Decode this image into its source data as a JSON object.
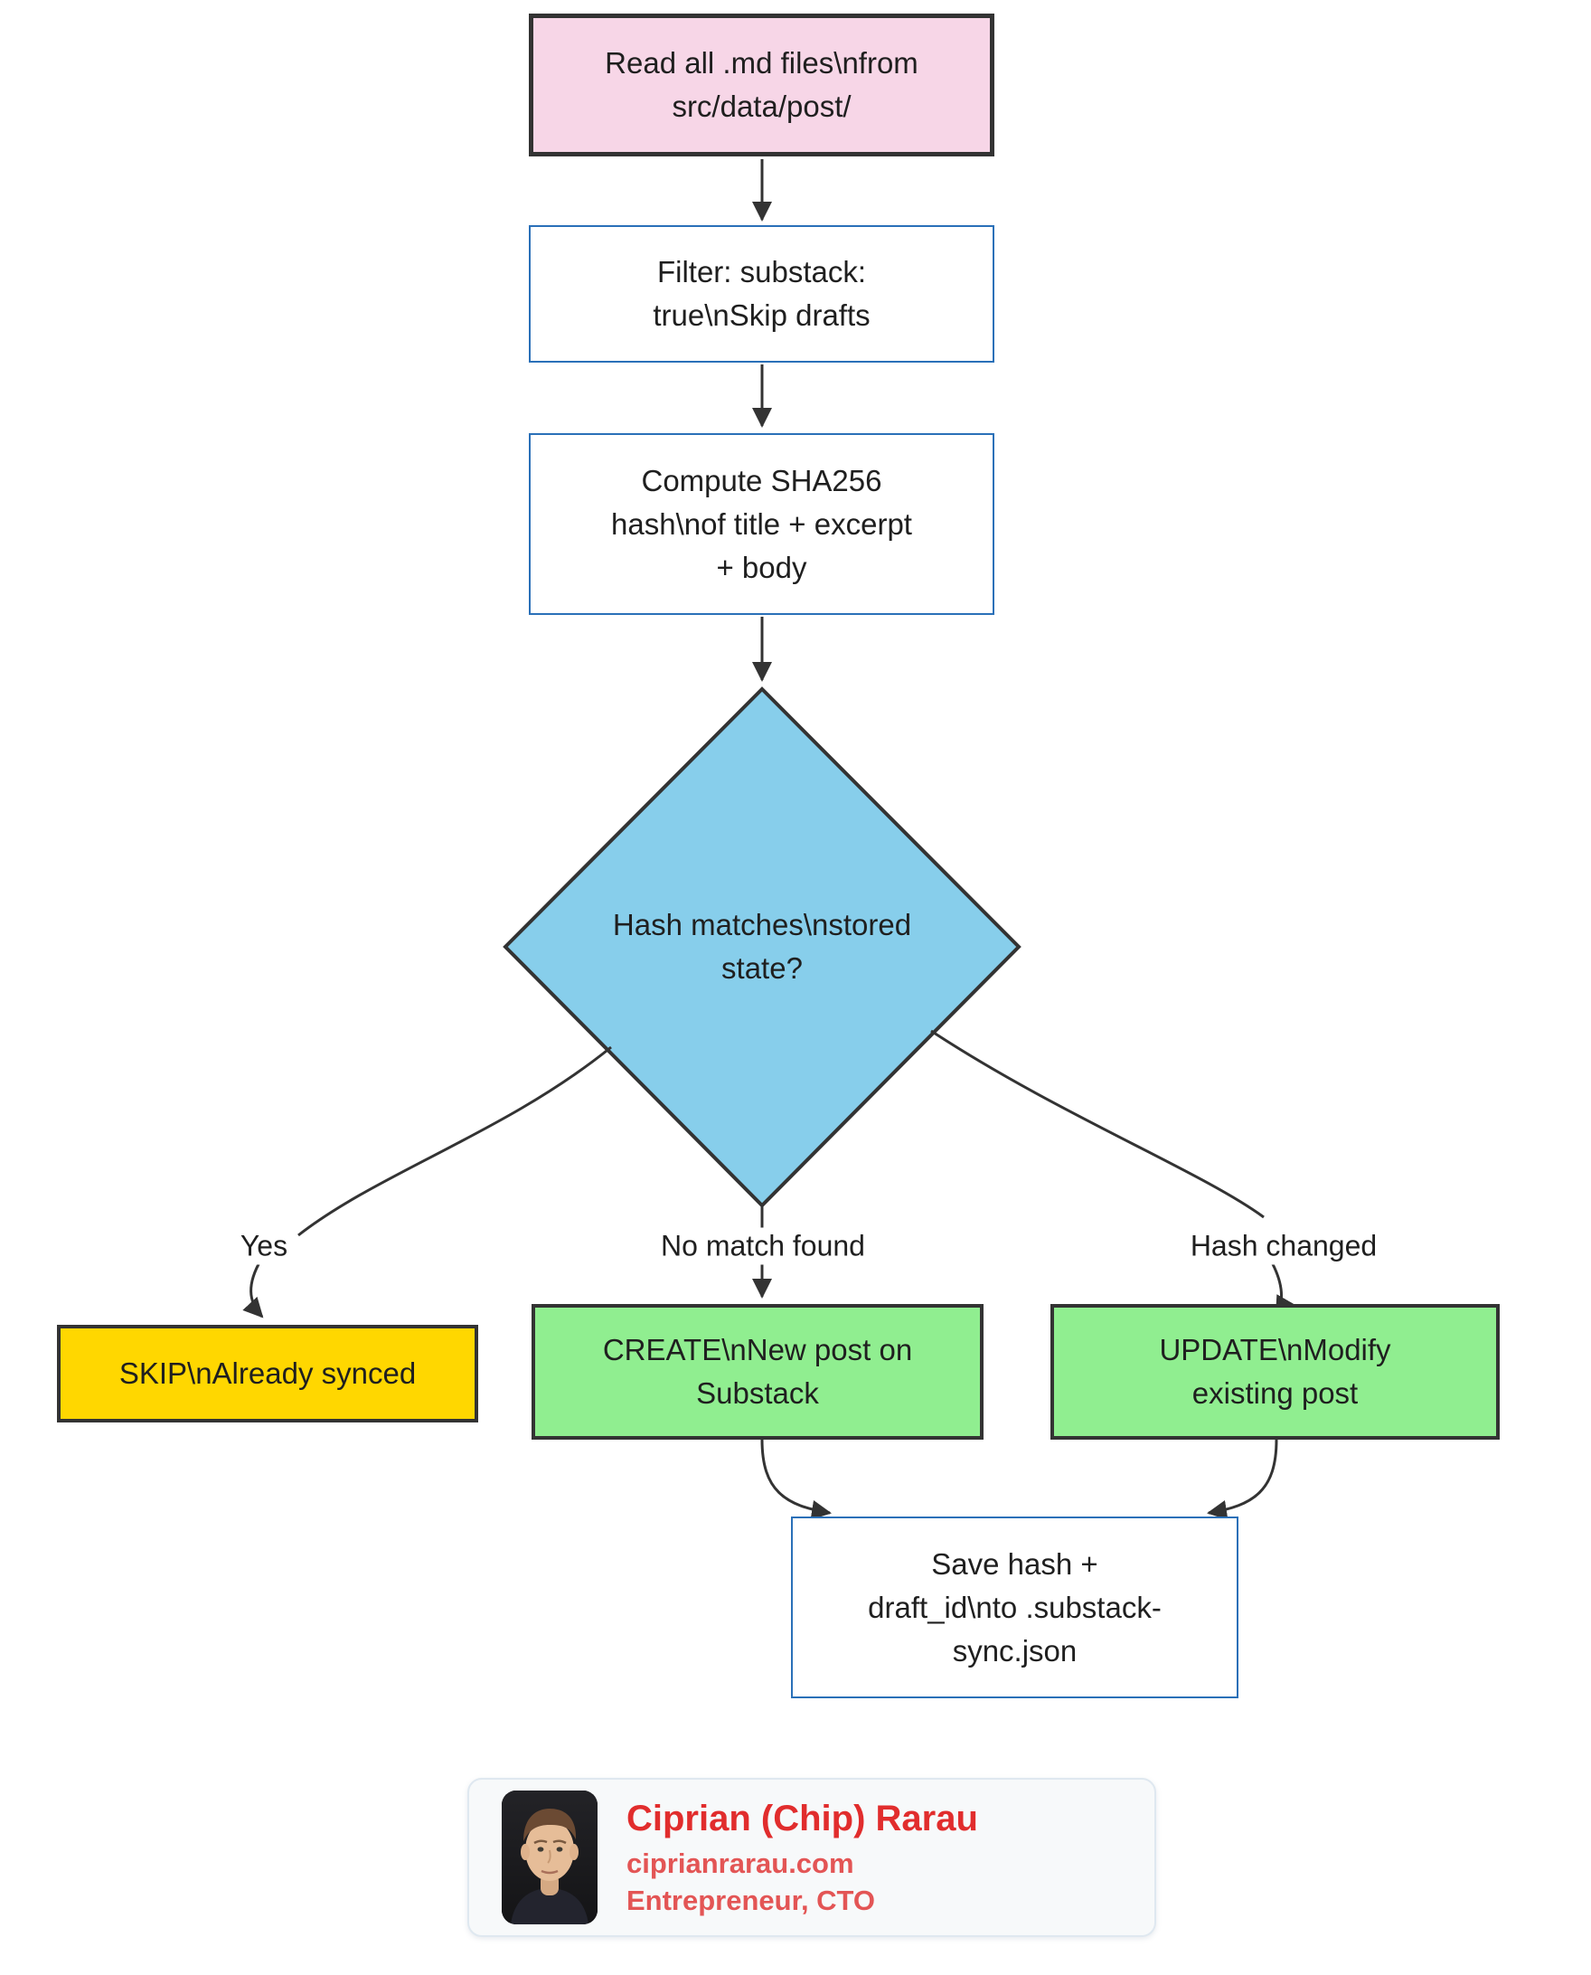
{
  "colors": {
    "pink_fill": "#f7d6e7",
    "blue_fill": "#87ceeb",
    "yellow_fill": "#ffd700",
    "green_fill": "#90ee90",
    "node_border_dark": "#333333",
    "node_border_blue": "#2a70b8",
    "edge_line": "#333333",
    "footer_card_bg": "#f7f9fa",
    "footer_card_border": "#dfe8f0",
    "footer_title_red": "#e12d2d",
    "footer_sub_red": "#e35555"
  },
  "nodes": {
    "read": {
      "lines": [
        "Read all .md files\\nfrom",
        "src/data/post/"
      ]
    },
    "filter": {
      "lines": [
        "Filter: substack:",
        "true\\nSkip drafts"
      ]
    },
    "compute": {
      "lines": [
        "Compute SHA256",
        "hash\\nof title + excerpt",
        "+ body"
      ]
    },
    "decision": {
      "lines": [
        "Hash matches\\nstored",
        "state?"
      ]
    },
    "skip": {
      "lines": [
        "SKIP\\nAlready synced"
      ]
    },
    "create": {
      "lines": [
        "CREATE\\nNew post on",
        "Substack"
      ]
    },
    "update": {
      "lines": [
        "UPDATE\\nModify",
        "existing post"
      ]
    },
    "save": {
      "lines": [
        "Save hash +",
        "draft_id\\nto .substack-",
        "sync.json"
      ]
    }
  },
  "edge_labels": {
    "yes": "Yes",
    "no_match": "No match found",
    "hash_changed": "Hash changed"
  },
  "footer": {
    "name": "Ciprian (Chip) Rarau",
    "site": "ciprianrarau.com",
    "role": "Entrepreneur, CTO"
  }
}
